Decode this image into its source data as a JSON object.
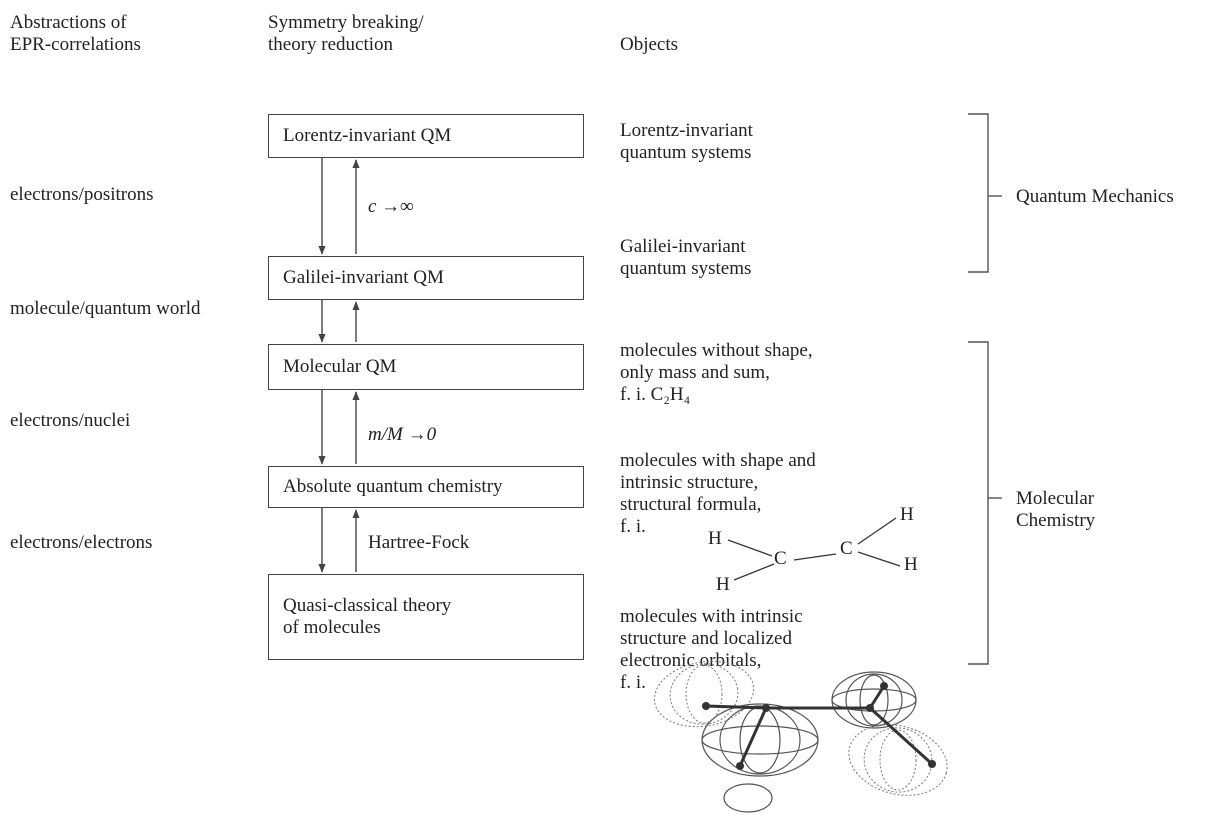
{
  "headers": {
    "col1": "Abstractions of\nEPR-correlations",
    "col2": "Symmetry breaking/\ntheory reduction",
    "col3": "Objects"
  },
  "abstractions": [
    "electrons/positrons",
    "molecule/quantum world",
    "electrons/nuclei",
    "electrons/electrons"
  ],
  "boxes": [
    "Lorentz-invariant QM",
    "Galilei-invariant QM",
    "Molecular QM",
    "Absolute quantum chemistry",
    "Quasi-classical theory\nof molecules"
  ],
  "arrow_labels": {
    "c_limit": "c →∞",
    "mass_limit": "m/M →0",
    "hartree_fock": "Hartree-Fock"
  },
  "objects": {
    "lorentz": "Lorentz-invariant\nquantum systems",
    "galilei": "Galilei-invariant\nquantum systems",
    "molecular": "molecules without shape,\nonly mass and sum,\nf. i. ",
    "formula": "C₂H₄",
    "absolute": "molecules with shape and\nintrinsic structure,\nstructural formula,\nf. i.",
    "quasi": "molecules with intrinsic\nstructure and localized\nelectronic orbitals,\nf. i."
  },
  "structure_atoms": [
    "H",
    "H",
    "C",
    "C",
    "H",
    "H"
  ],
  "brackets": {
    "quantum_mechanics": "Quantum Mechanics",
    "molecular_chemistry": "Molecular\nChemistry"
  }
}
